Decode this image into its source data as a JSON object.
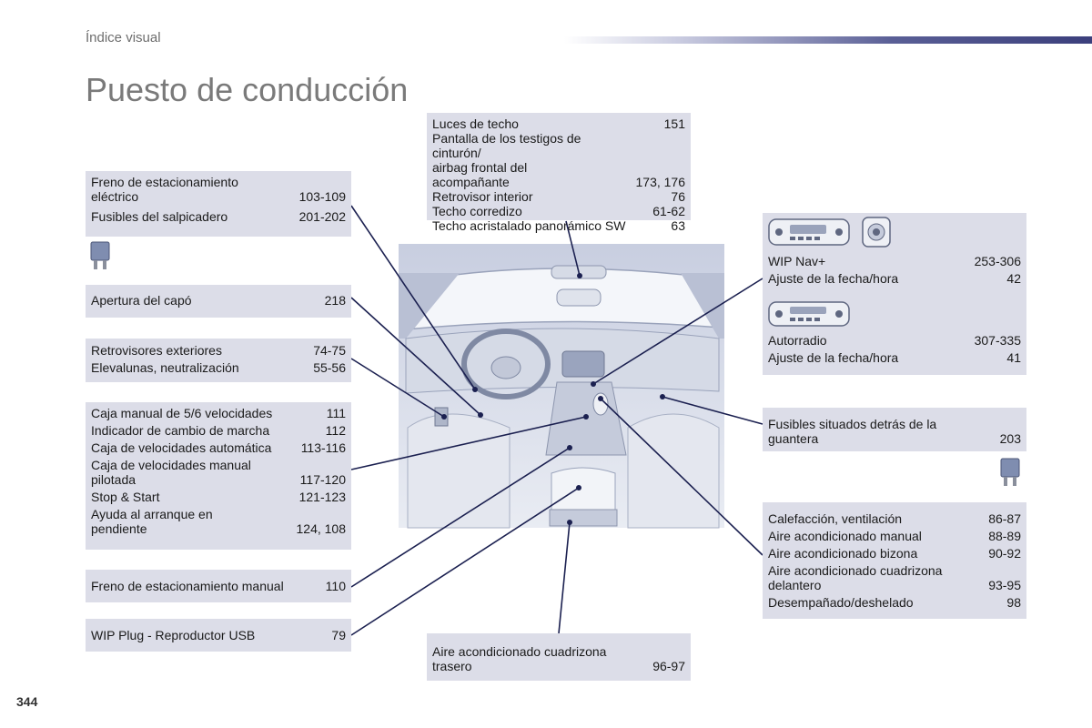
{
  "header": {
    "section": "Índice visual",
    "title": "Puesto de conducción",
    "page_number": "344"
  },
  "boxes": {
    "top_center": [
      {
        "label": "Luces de techo",
        "page": "151"
      },
      {
        "label": "Pantalla de los testigos de cinturón/\n  airbag frontal del\n  acompañante",
        "page": "173, 176"
      },
      {
        "label": "Retrovisor interior",
        "page": "76"
      },
      {
        "label": "Techo corredizo",
        "page": "61-62"
      },
      {
        "label": "Techo acristalado panorámico SW",
        "page": "63"
      }
    ],
    "left_1": [
      {
        "label": "Freno de estacionamiento\n  eléctrico",
        "page": "103-109"
      },
      {
        "label": "Fusibles del salpicadero",
        "page": "201-202"
      }
    ],
    "left_2": [
      {
        "label": "Apertura del capó",
        "page": "218"
      }
    ],
    "left_3": [
      {
        "label": "Retrovisores exteriores",
        "page": "74-75"
      },
      {
        "label": "Elevalunas, neutralización",
        "page": "55-56"
      }
    ],
    "left_4": [
      {
        "label": "Caja manual de 5/6 velocidades",
        "page": "111"
      },
      {
        "label": "Indicador de cambio de marcha",
        "page": "112"
      },
      {
        "label": "Caja de velocidades automática",
        "page": "113-116"
      },
      {
        "label": "Caja de velocidades manual\n  pilotada",
        "page": "117-120"
      },
      {
        "label": "Stop & Start",
        "page": "121-123"
      },
      {
        "label": "Ayuda al arranque en\n  pendiente",
        "page": "124, 108"
      }
    ],
    "left_5": [
      {
        "label": "Freno de estacionamiento manual",
        "page": "110"
      }
    ],
    "left_6": [
      {
        "label": "WIP Plug - Reproductor USB",
        "page": "79"
      }
    ],
    "bottom_center": [
      {
        "label": "Aire acondicionado cuadrizona\n  trasero",
        "page": "96-97"
      }
    ],
    "right_1a": [
      {
        "label": "WIP Nav+",
        "page": "253-306"
      },
      {
        "label": "Ajuste de la fecha/hora",
        "page": "42"
      }
    ],
    "right_1b": [
      {
        "label": "Autorradio",
        "page": "307-335"
      },
      {
        "label": "Ajuste de la fecha/hora",
        "page": "41"
      }
    ],
    "right_2": [
      {
        "label": "Fusibles situados detrás de la\n  guantera",
        "page": "203"
      }
    ],
    "right_3": [
      {
        "label": "Calefacción, ventilación",
        "page": "86-87"
      },
      {
        "label": "Aire acondicionado manual",
        "page": "88-89"
      },
      {
        "label": "Aire acondicionado bizona",
        "page": "90-92"
      },
      {
        "label": "Aire acondicionado cuadrizona\n  delantero",
        "page": "93-95"
      },
      {
        "label": "Desempañado/deshelado",
        "page": "98"
      }
    ]
  },
  "colors": {
    "box_bg": "#dcdde8",
    "leader_line": "#1b2050",
    "title_gray": "#7a7a7a"
  }
}
